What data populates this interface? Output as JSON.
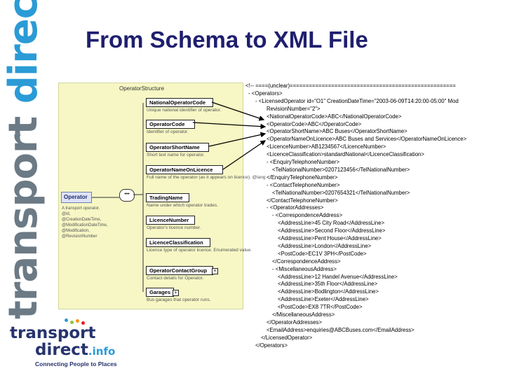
{
  "slide": {
    "title": "From Schema to XML File"
  },
  "logos": {
    "vertical_main": "transport",
    "vertical_accent": "direct",
    "bottom_line1": "transport",
    "bottom_line2": "direct",
    "bottom_info": ".info",
    "bottom_tagline": "Connecting People to Places"
  },
  "diagram": {
    "header": "OperatorStructure",
    "operator": {
      "label": "Operator",
      "attrs": [
        "A transport operator.",
        "@id,",
        "@CreationDateTime,",
        "@ModificationDateTime,",
        "@Modification,",
        "@RevisionNumber"
      ]
    },
    "nodes": [
      {
        "label": "NationalOperatorCode",
        "desc": "Unique national identifier of operator."
      },
      {
        "label": "OperatorCode",
        "desc": "Identifier of operator."
      },
      {
        "label": "OperatorShortName",
        "desc": "Short text name for operator."
      },
      {
        "label": "OperatorNameOnLicence",
        "desc": "Full name of the operator (as it appears on licence). @lang"
      },
      {
        "label": "TradingName",
        "desc": "Name under which operator trades."
      },
      {
        "label": "LicenceNumber",
        "desc": "Operator's licence number."
      },
      {
        "label": "LicenceClassification",
        "desc": "Licence type of operator licence. Enumerated value."
      },
      {
        "label": "OperatorContactGroup",
        "desc": "Contact details for Operator."
      },
      {
        "label": "Garages",
        "desc": "Bus garages that operator runs."
      }
    ]
  },
  "xml": {
    "lines": [
      "<!-- ====(unclear)====================================================",
      "- <Operators>",
      "- <LicensedOperator id=\"O1\" CreationDateTime=\"2003-06-09T14:20:00-05:00\" Mod",
      "RevisionNumber=\"2\">",
      "<NationalOperatorCode>ABC</NationalOperatorCode>",
      "<OperatorCode>ABC</OperatorCode>",
      "<OperatorShortName>ABC Buses</OperatorShortName>",
      "<OperatorNameOnLicence>ABC Buses and Services</OperatorNameOnLicence>",
      "<LicenceNumber>AB1234567</LicenceNumber>",
      "<LicenceClassification>standardNational</LicenceClassification>",
      "- <EnquiryTelephoneNumber>",
      "<TelNationalNumber>0207123456</TelNationalNumber>",
      "</EnquiryTelephoneNumber>",
      "- <ContactTelephoneNumber>",
      "<TelNationalNumber>0207654321</TelNationalNumber>",
      "</ContactTelephoneNumber>",
      "- <OperatorAddresses>",
      "- <CorrespondenceAddress>",
      "<AddressLine>45 City Road</AddressLine>",
      "<AddressLine>Second Floor</AddressLine>",
      "<AddressLine>Pent House</AddressLine>",
      "<AddressLine>London</AddressLine>",
      "<PostCode>EC1V 3PH</PostCode>",
      "</CorrespondenceAddress>",
      "- <MiscellaneousAddress>",
      "<AddressLine>12 Handel Avenue</AddressLine>",
      "<AddressLine>35th Floor</AddressLine>",
      "<AddressLine>Bodlington</AddressLine>",
      "<AddressLine>Exeter</AddressLine>",
      "<PostCode>EX8 7TR</PostCode>",
      "</MiscellaneousAddress>",
      "</OperatorAddresses>",
      "<EmailAddress>enquiries@ABCBuses.com</EmailAddress>",
      "</LicensedOperator>",
      "</Operators>"
    ]
  },
  "colors": {
    "title": "#1f1f70",
    "logo_grey": "#6b7a85",
    "logo_blue": "#2a9bd6",
    "logo_navy": "#26336e",
    "diagram_bg": "#f6f7c4",
    "arrow": "#000000"
  }
}
